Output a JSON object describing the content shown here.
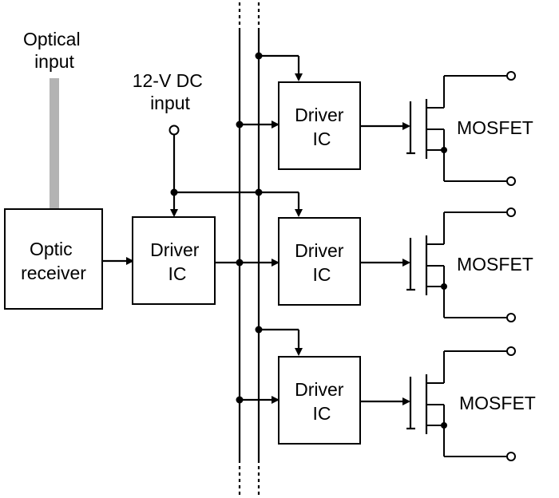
{
  "labels": {
    "optical_input": [
      "Optical",
      "input"
    ],
    "dc_input": [
      "12-V DC",
      "input"
    ],
    "optic_receiver": [
      "Optic",
      "receiver"
    ],
    "main_driver": [
      "Driver",
      "IC"
    ]
  },
  "stages": [
    {
      "driver": [
        "Driver",
        "IC"
      ],
      "mosfet": "MOSFET"
    },
    {
      "driver": [
        "Driver",
        "IC"
      ],
      "mosfet": "MOSFET"
    },
    {
      "driver": [
        "Driver",
        "IC"
      ],
      "mosfet": "MOSFET"
    }
  ],
  "colors": {
    "line": "#000000",
    "fiber": "#b3b3b3",
    "background": "#ffffff"
  }
}
